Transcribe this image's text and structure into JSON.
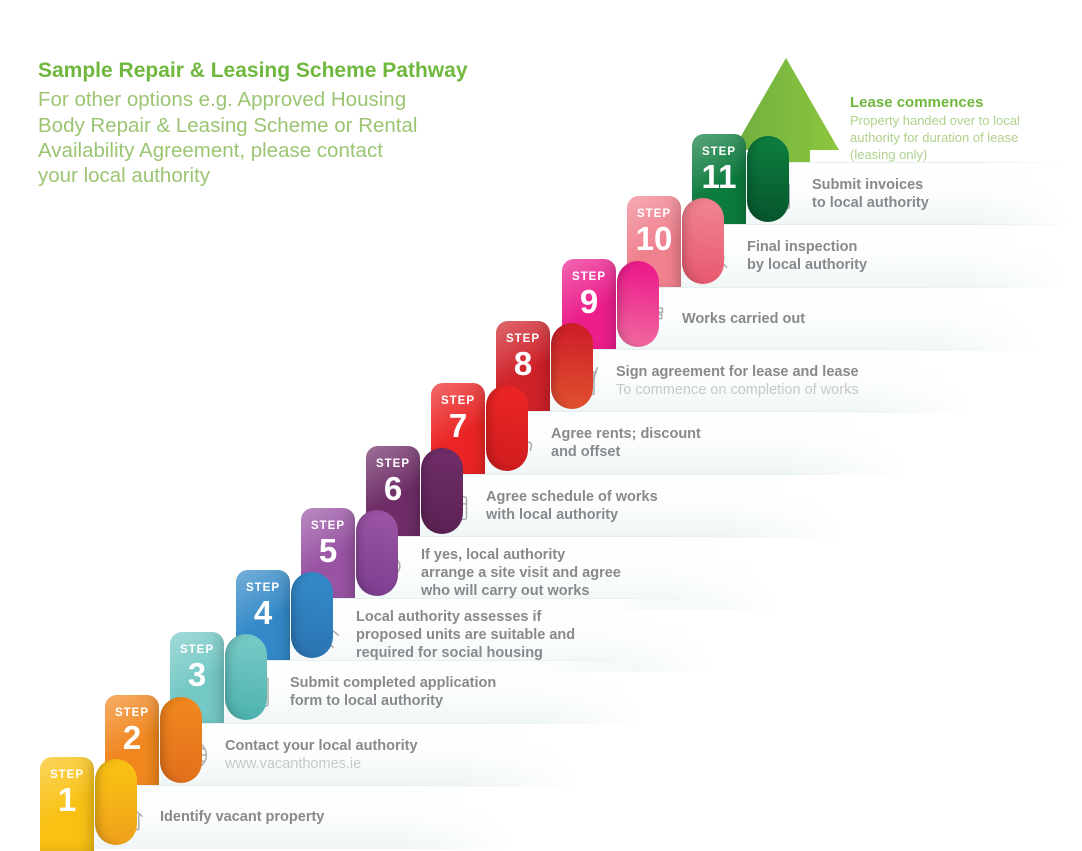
{
  "header": {
    "title": "Sample Repair & Leasing Scheme Pathway",
    "subtitle_lines": [
      "For other options e.g. Approved Housing",
      "Body Repair & Leasing Scheme or Rental",
      "Availability Agreement, please contact",
      "your local authority"
    ]
  },
  "outcome": {
    "title": "Lease commences",
    "description_lines": [
      "Property handed over to local",
      "authority for duration of lease",
      "(leasing only)"
    ],
    "arrow_icon": "up-arrow-icon",
    "arrow_color_light": "#8DC63F",
    "arrow_color_dark": "#6FAE3E"
  },
  "colors": {
    "title_green": "#70B73E",
    "subtitle_green": "#9CC573",
    "bar_text_gray": "#88898C",
    "bar_subtext_gray": "#C7C8CA",
    "icon_gray": "#ABACAE"
  },
  "step_label": "STEP",
  "steps": [
    {
      "num": "1",
      "color": "#F9C113",
      "curl_color": "#EEA11B",
      "icon": "house-check-icon",
      "lines": [
        "Identify vacant property"
      ],
      "sub_lines": []
    },
    {
      "num": "2",
      "color": "#F0861E",
      "curl_color": "#E2701C",
      "icon": "globe-icon",
      "lines": [
        "Contact your local authority"
      ],
      "sub_lines": [
        "www.vacanthomes.ie"
      ],
      "sub_is_link": true
    },
    {
      "num": "3",
      "color": "#74C8C5",
      "curl_color": "#4FB3B0",
      "icon": "application-form-icon",
      "lines": [
        "Submit completed application",
        "form to local authority"
      ],
      "sub_lines": []
    },
    {
      "num": "4",
      "color": "#3389C8",
      "curl_color": "#2B74B2",
      "icon": "house-search-icon",
      "lines": [
        "Local authority assesses if",
        "proposed units are suitable and",
        "required for social housing"
      ],
      "sub_lines": []
    },
    {
      "num": "5",
      "color": "#9853A3",
      "curl_color": "#7F3F90",
      "icon": "map-pin-icon",
      "lines": [
        "If yes, local authority",
        "arrange a site visit and agree",
        "who will carry out works"
      ],
      "sub_lines": []
    },
    {
      "num": "6",
      "color": "#6E2C66",
      "curl_color": "#5C2254",
      "icon": "calendar-icon",
      "lines": [
        "Agree schedule of works",
        "with local authority"
      ],
      "sub_lines": []
    },
    {
      "num": "7",
      "color": "#EB2424",
      "curl_color": "#D01D1F",
      "icon": "calculator-hand-icon",
      "lines": [
        "Agree rents; discount",
        "and offset"
      ],
      "sub_lines": []
    },
    {
      "num": "8",
      "color": "#CF2129",
      "curl_color": "#E0502E",
      "icon": "sign-agreement-icon",
      "lines": [
        "Sign agreement for lease and lease"
      ],
      "sub_lines": [
        "To commence on completion of works"
      ]
    },
    {
      "num": "9",
      "color": "#EC1E8C",
      "curl_color": "#F0679E",
      "icon": "trowel-icon",
      "lines": [
        "Works carried out"
      ],
      "sub_lines": []
    },
    {
      "num": "10",
      "color": "#F0818E",
      "curl_color": "#E75A70",
      "icon": "inspection-clipboard-icon",
      "lines": [
        "Final inspection",
        "by local authority"
      ],
      "sub_lines": []
    },
    {
      "num": "11",
      "color": "#0C7B3E",
      "curl_color": "#07562C",
      "icon": "invoice-icon",
      "lines": [
        "Submit invoices",
        "to local authority"
      ],
      "sub_lines": []
    }
  ]
}
